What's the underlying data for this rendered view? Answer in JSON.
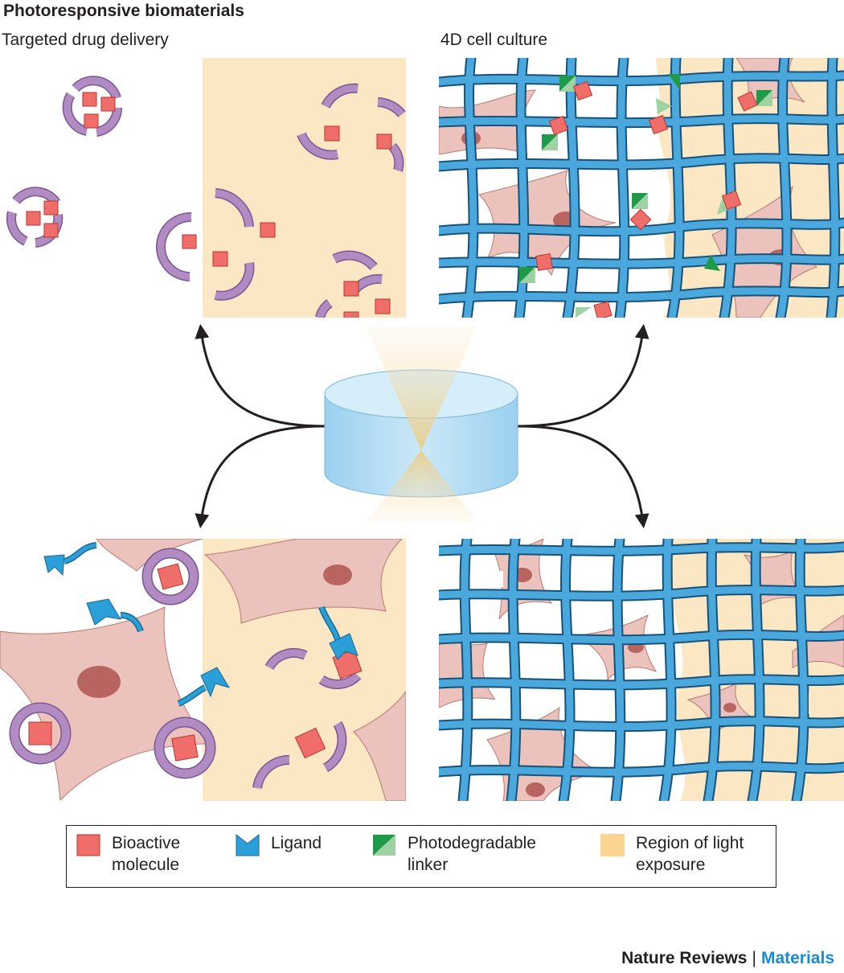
{
  "figure": {
    "title": "Photoresponsive biomaterials",
    "left_heading": "Targeted drug delivery",
    "right_heading": "4D cell culture"
  },
  "legend": {
    "items": [
      {
        "label": "Bioactive\nmolecule",
        "icon": "bioactive-molecule-icon"
      },
      {
        "label": "Ligand",
        "icon": "ligand-icon"
      },
      {
        "label": "Photodegradable\nlinker",
        "icon": "photodegradable-linker-icon"
      },
      {
        "label": "Region of light\nexposure",
        "icon": "light-exposure-icon"
      }
    ]
  },
  "footer": {
    "brand": "Nature Reviews",
    "separator": "|",
    "journal": "Materials"
  },
  "colors": {
    "light_region": "#fbe7c4",
    "bioactive": "#f06e6a",
    "bioactive_stroke": "#b7342f",
    "carrier": "#b08cc2",
    "ligand": "#2a9fd8",
    "hydrogel": "#4aa8dc",
    "linker_dark": "#1f9a48",
    "linker_light": "#9fd2a3",
    "cell": "#ebc3bc",
    "nucleus": "#b86561",
    "arrow": "#231f20"
  }
}
